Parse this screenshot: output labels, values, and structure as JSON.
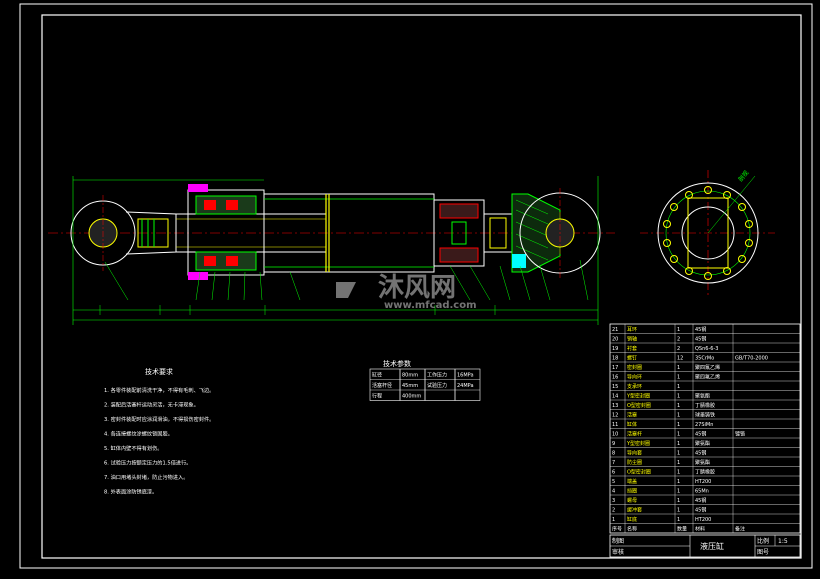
{
  "watermark": {
    "brand": "沐风网",
    "url": "www.mfcad.com"
  },
  "section_label": "剖视",
  "tech": {
    "title": "技术要求",
    "lines": [
      "1. 各零件装配前清洗干净，不得有毛刺、飞边。",
      "2. 装配后活塞杆运动灵活，无卡滞现象。",
      "3. 密封件装配时应涂润滑油，不得损伤密封件。",
      "4. 各连接螺纹涂螺纹锁固胶。",
      "5. 缸体内壁不得有划伤。",
      "6. 试验压力按额定压力的1.5倍进行。",
      "7. 油口用堵头封堵，防止污物进入。",
      "8. 外表面涂防锈底漆。"
    ]
  },
  "params": {
    "title": "技术参数",
    "rows": [
      [
        "缸径",
        "80mm",
        "工作压力",
        "16MPa"
      ],
      [
        "活塞杆径",
        "45mm",
        "试验压力",
        "24MPa"
      ],
      [
        "行程",
        "400mm",
        "",
        ""
      ]
    ]
  },
  "bom": {
    "rows": [
      [
        "21",
        "耳环",
        "1",
        "45钢",
        ""
      ],
      [
        "20",
        "销轴",
        "2",
        "45钢",
        ""
      ],
      [
        "19",
        "衬套",
        "2",
        "QSn6-6-3",
        ""
      ],
      [
        "18",
        "螺钉",
        "12",
        "35CrMo",
        "GB/T70-2000"
      ],
      [
        "17",
        "密封圈",
        "1",
        "聚四氟乙烯",
        ""
      ],
      [
        "16",
        "导向环",
        "1",
        "聚四氟乙烯",
        ""
      ],
      [
        "15",
        "支承环",
        "1",
        "",
        ""
      ],
      [
        "14",
        "Y型密封圈",
        "1",
        "聚氨酯",
        ""
      ],
      [
        "13",
        "O型密封圈",
        "1",
        "丁腈橡胶",
        ""
      ],
      [
        "12",
        "活塞",
        "1",
        "球墨铸铁",
        ""
      ],
      [
        "11",
        "缸体",
        "1",
        "27SiMn",
        ""
      ],
      [
        "10",
        "活塞杆",
        "1",
        "45钢",
        "镀铬"
      ],
      [
        "9",
        "Y型密封圈",
        "1",
        "聚氨酯",
        ""
      ],
      [
        "8",
        "导向套",
        "1",
        "45钢",
        ""
      ],
      [
        "7",
        "防尘圈",
        "1",
        "聚氨酯",
        ""
      ],
      [
        "6",
        "O型密封圈",
        "1",
        "丁腈橡胶",
        ""
      ],
      [
        "5",
        "端盖",
        "1",
        "HT200",
        ""
      ],
      [
        "4",
        "挡圈",
        "1",
        "65Mn",
        ""
      ],
      [
        "3",
        "螺母",
        "1",
        "45钢",
        ""
      ],
      [
        "2",
        "缓冲套",
        "1",
        "45钢",
        ""
      ],
      [
        "1",
        "缸底",
        "1",
        "HT200",
        ""
      ]
    ],
    "header": [
      "序号",
      "名称",
      "数量",
      "材料",
      "备注"
    ]
  },
  "title_block": {
    "drawing_name": "液压缸",
    "scale_label": "比例",
    "scale_value": "1:5",
    "drawn_label": "制图",
    "checked_label": "审核",
    "sheet_label": "图号"
  }
}
